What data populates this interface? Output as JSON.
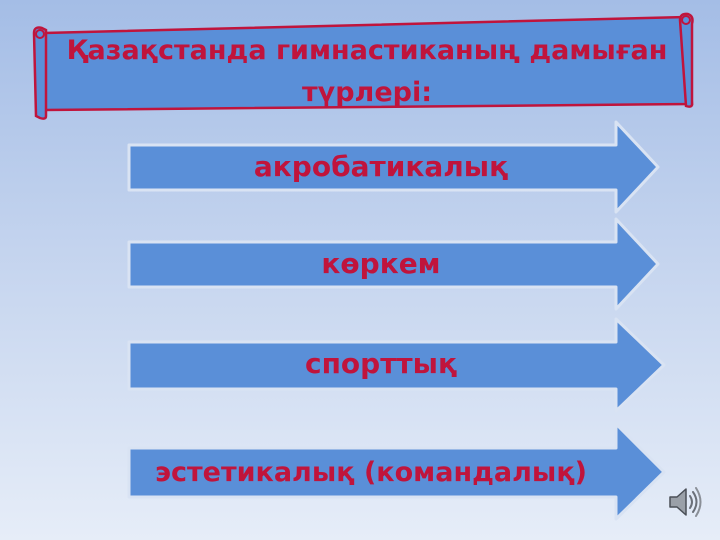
{
  "title": "Қазақстанда гимнастиканың дамыған түрлері:",
  "items": [
    {
      "label": "акробатикалық"
    },
    {
      "label": "көркем"
    },
    {
      "label": "спорттық"
    },
    {
      "label": "эстетикалық (командалық)"
    }
  ],
  "colors": {
    "shape_fill": "#5a8fd8",
    "shape_stroke": "#c0143c",
    "text": "#c0143c",
    "arrow_border": "#d9e3f3"
  },
  "icons": {
    "audio": "speaker-icon"
  }
}
